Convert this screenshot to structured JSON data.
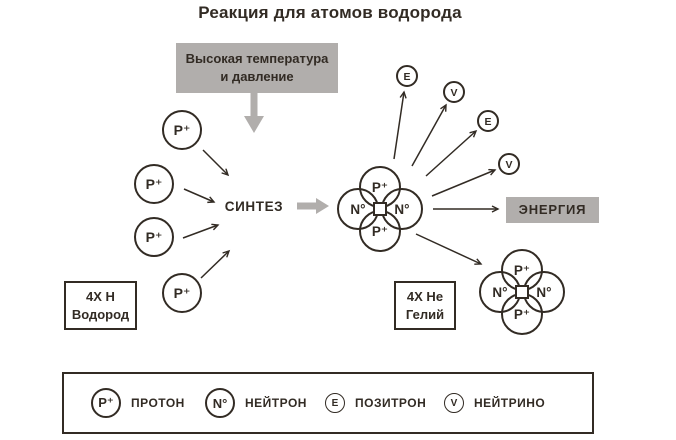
{
  "title": "Реакция для атомов водорода",
  "colors": {
    "ink": "#322b24",
    "gray": "#b1aeac",
    "background": "#ffffff"
  },
  "condition_box": {
    "line1": "Высокая температура",
    "line2": "и давление"
  },
  "synthesis_label": "СИНТЕЗ",
  "energy_label": "ЭНЕРГИЯ",
  "hydrogen_box": {
    "line1": "4X H",
    "line2": "Водород"
  },
  "helium_box": {
    "line1": "4X He",
    "line2": "Гелий"
  },
  "particles": {
    "proton": "P⁺",
    "neutron": "N°",
    "positron": "E",
    "neutrino": "V"
  },
  "legend": {
    "items": [
      {
        "symbol": "P⁺",
        "label": "ПРОТОН"
      },
      {
        "symbol": "N°",
        "label": "НЕЙТРОН"
      },
      {
        "symbol": "E",
        "label": "ПОЗИТРОН"
      },
      {
        "symbol": "V",
        "label": "НЕЙТРИНО"
      }
    ]
  }
}
